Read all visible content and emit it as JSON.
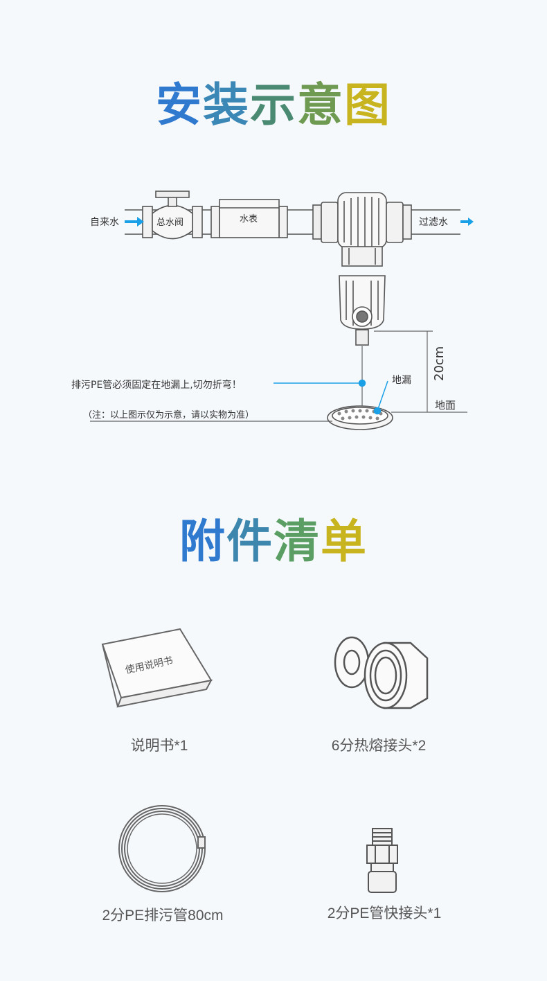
{
  "section_install": {
    "title_chars": [
      "安",
      "装",
      "示",
      "意",
      "图"
    ],
    "title_colors": [
      "#2f79cf",
      "#3b87b6",
      "#4b8a72",
      "#6f9a52",
      "#c8b41f"
    ],
    "labels": {
      "tap_water": "自来水",
      "main_valve": "总水阀",
      "water_meter": "水表",
      "filtered_water": "过滤水",
      "height": "20cm",
      "floor_drain": "地漏",
      "ground": "地面",
      "pe_note": "排污PE管必须固定在地漏上,切勿折弯！",
      "disclaimer": "（注：以上图示仅为示意，请以实物为准）"
    },
    "accent_color": "#1aa0e6"
  },
  "section_accessories": {
    "title_chars": [
      "附",
      "件",
      "清",
      "单"
    ],
    "title_colors": [
      "#2f79cf",
      "#3d86ad",
      "#5b9e63",
      "#c8b41f"
    ],
    "manual_cover_text": "使用说明书",
    "items": [
      {
        "label": "说明书*1",
        "icon": "manual-icon"
      },
      {
        "label": "6分热熔接头*2",
        "icon": "hot-melt-fitting-icon"
      },
      {
        "label": "2分PE排污管80cm",
        "icon": "pe-tube-coil-icon"
      },
      {
        "label": "2分PE管快接头*1",
        "icon": "quick-connector-icon"
      }
    ]
  }
}
